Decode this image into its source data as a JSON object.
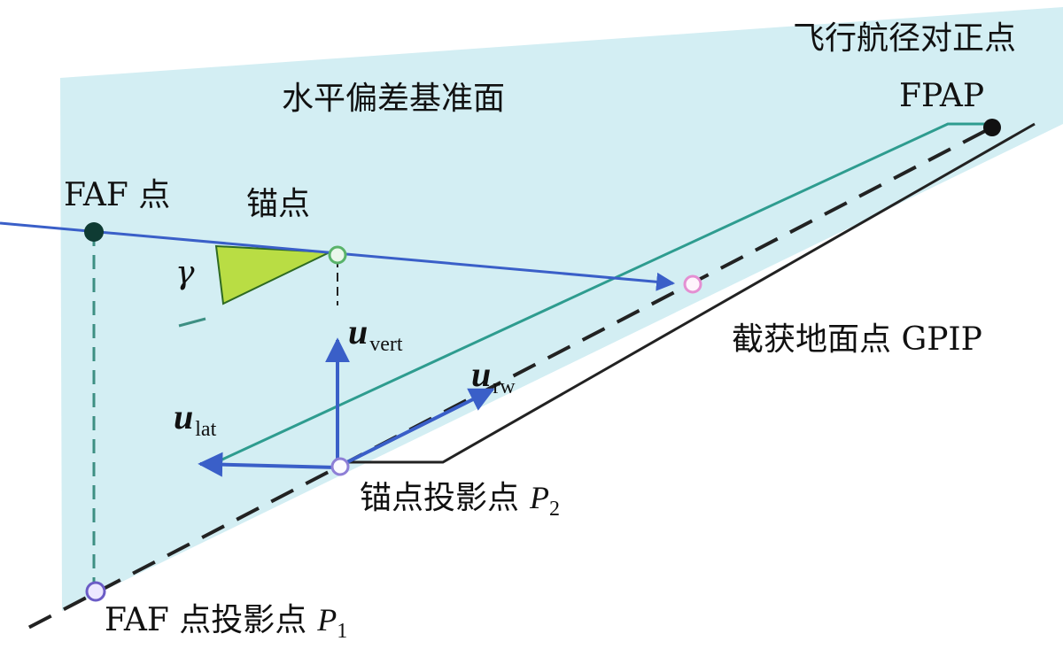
{
  "labels": {
    "plane_name": "水平偏差基准面",
    "fpap_cn": "飞行航径对正点",
    "fpap": "FPAP",
    "faf": "FAF 点",
    "anchor": "锚点",
    "gpip": "截获地面点 GPIP",
    "anchor_proj": "锚点投影点",
    "faf_proj": "FAF 点投影点",
    "gamma": "γ"
  },
  "symbols": {
    "u_vert": {
      "base": "u",
      "sub": "vert"
    },
    "u_rw": {
      "base": "u",
      "sub": "rw"
    },
    "u_lat": {
      "base": "u",
      "sub": "lat"
    },
    "p2": {
      "base": "P",
      "sub": "2"
    },
    "p1": {
      "base": "P",
      "sub": "1"
    }
  },
  "colors": {
    "plane_fill": "#d3eef3",
    "blue_line": "#3a5fc8",
    "teal_line": "#2e9c8f",
    "dashed_line": "#222222",
    "dashed_teal": "#3d8f83",
    "gamma_fill": "#b9dd44",
    "point_dark": "#0f3b33",
    "point_green": "#59b36a",
    "point_pink": "#e48fd2",
    "point_violet": "#8e7fd6"
  }
}
